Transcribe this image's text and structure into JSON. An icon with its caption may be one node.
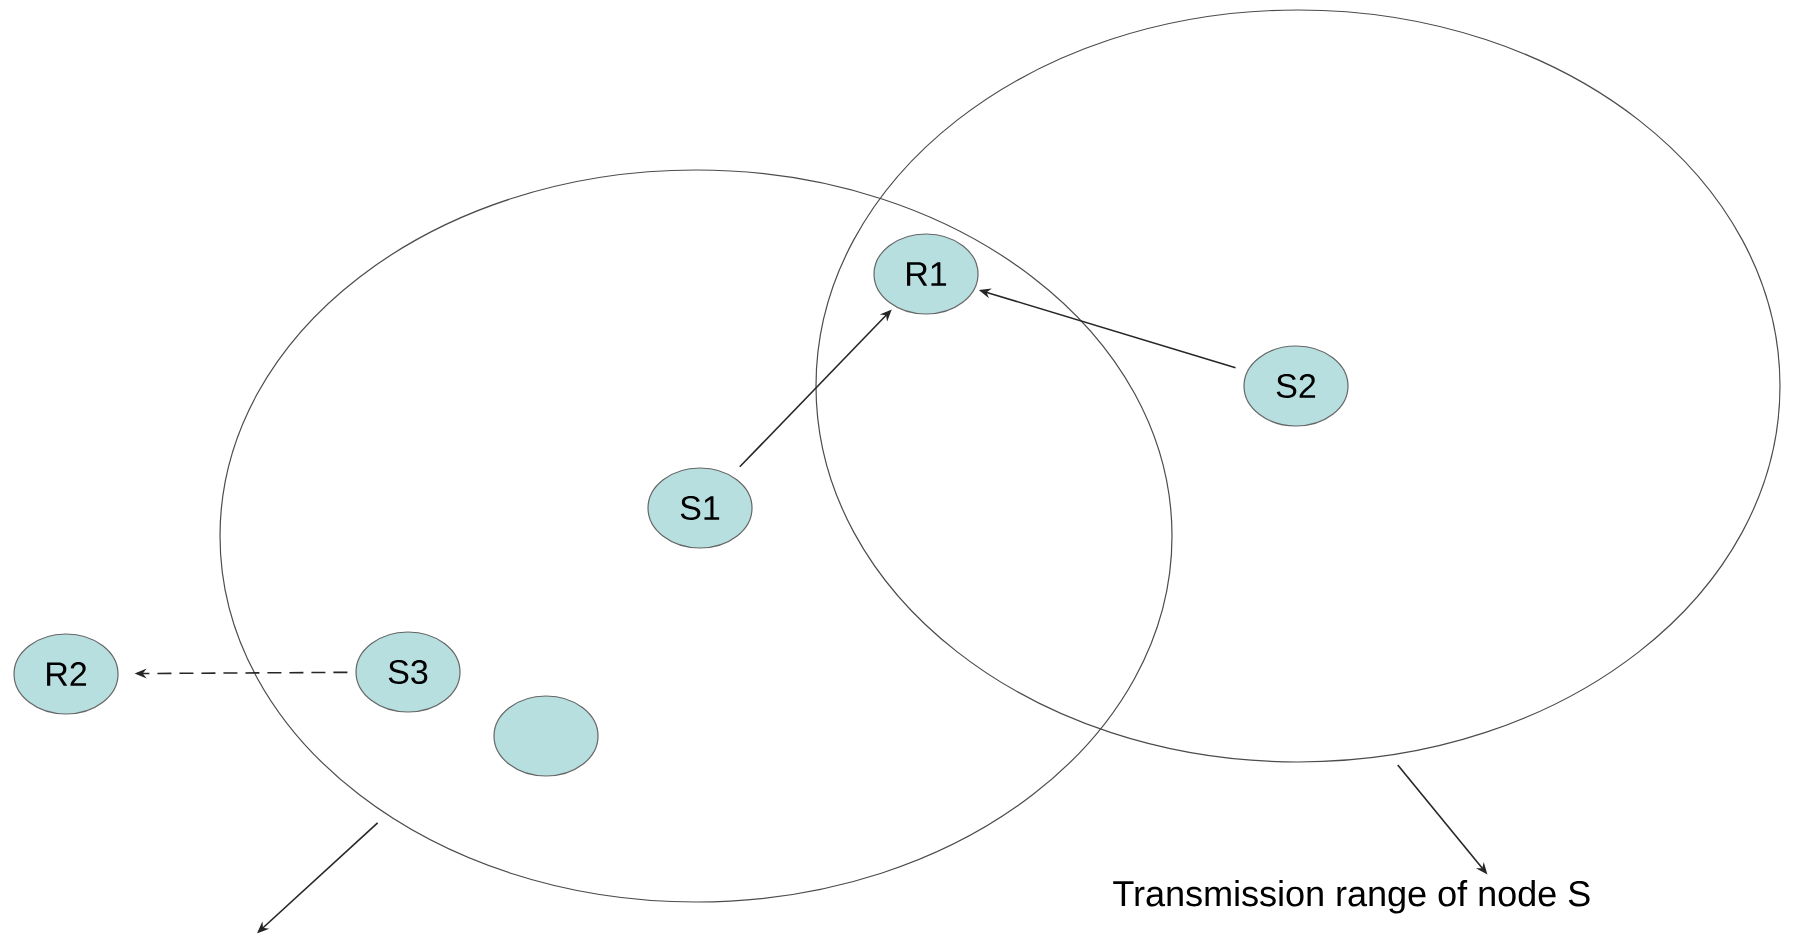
{
  "diagram": {
    "nodes": [
      {
        "text": [],
        "shape": "ellipse"
      },
      {
        "text": [],
        "shape": "ellipse"
      },
      {
        "text": [
          "R1"
        ]
      },
      {
        "text": [
          "S2"
        ],
        "in": 1
      },
      {
        "text": [
          "S1"
        ],
        "in": 0
      },
      {
        "text": [
          "R2"
        ]
      },
      {
        "text": [
          "S3"
        ],
        "in": 0
      },
      {
        "text": [],
        "shape": "circle",
        "in": 0
      },
      {
        "text": [
          "Transmission range of node S"
        ]
      }
    ],
    "edges": [
      {
        "from": 4,
        "to": 2,
        "arrow": "to"
      },
      {
        "from": 3,
        "to": 2,
        "arrow": "to"
      },
      {
        "from": 6,
        "to": 5,
        "arrow": "to",
        "style": "dashed"
      },
      {
        "from": 0,
        "to": null,
        "arrow": "to"
      },
      {
        "from": 1,
        "to": 8,
        "arrow": "to"
      }
    ]
  }
}
